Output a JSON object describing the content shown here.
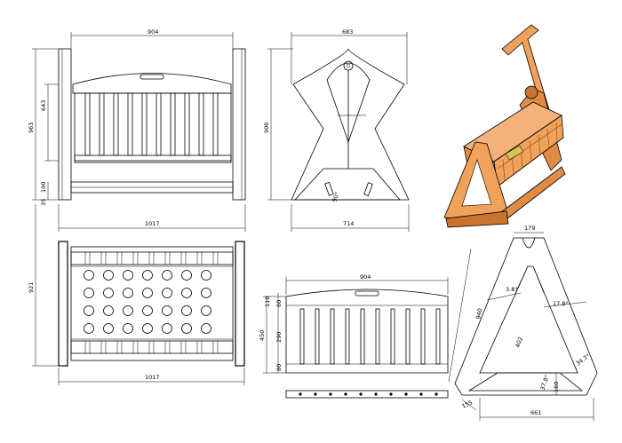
{
  "drawing": {
    "front_view": {
      "width": "904",
      "overall_width": "1017",
      "overall_height": "963",
      "side_height": "643",
      "legs": "35",
      "base": "100"
    },
    "end_view": {
      "top_width": "683",
      "height": "900",
      "angle": "90°",
      "bottom_width": "714"
    },
    "top_view": {
      "overall_width": "1017",
      "depth": "921"
    },
    "side_panel": {
      "width": "904",
      "dim_top": "110",
      "dim_upper": "60",
      "dim_overall": "450",
      "dim_mid": "290",
      "dim_lower": "80"
    },
    "leg_detail": {
      "top_width": "179",
      "height": "940",
      "angle_a": "3.8°",
      "angle_b": "17.8°",
      "inner_length": "402",
      "angle_c": "34.7°",
      "angle_d": "37.8°",
      "inner_height": "160",
      "foot": "155",
      "bottom_width": "661"
    },
    "colors": {
      "wood": "#f0a25a",
      "wood_dark": "#c9732f",
      "line": "#000000"
    }
  }
}
